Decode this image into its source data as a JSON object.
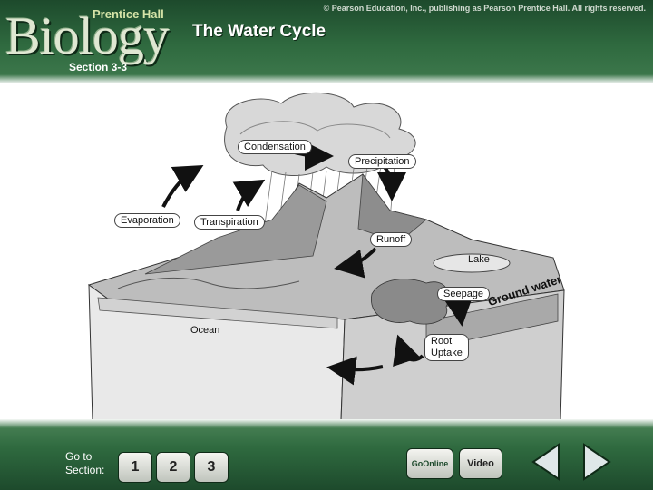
{
  "header": {
    "logo_main": "Biology",
    "publisher": "Prentice Hall",
    "copyright": "© Pearson Education, Inc., publishing as Pearson Prentice Hall. All rights reserved.",
    "title": "The Water Cycle",
    "section": "Section 3-3"
  },
  "diagram": {
    "labels": {
      "condensation": "Condensation",
      "precipitation": "Precipitation",
      "evaporation": "Evaporation",
      "transpiration": "Transpiration",
      "runoff": "Runoff",
      "lake": "Lake",
      "seepage": "Seepage",
      "ground_water": "Ground water",
      "ocean": "Ocean",
      "root_uptake_1": "Root",
      "root_uptake_2": "Uptake"
    }
  },
  "footer": {
    "goto_line1": "Go to",
    "goto_line2": "Section:",
    "section_buttons": [
      "1",
      "2",
      "3"
    ],
    "goonline_label": "GoOnline",
    "video_label": "Video",
    "prev_icon": "previous-triangle-icon",
    "next_icon": "next-triangle-icon"
  },
  "colors": {
    "header_green": "#2f6a3f",
    "dark_green": "#1d4a2c"
  }
}
